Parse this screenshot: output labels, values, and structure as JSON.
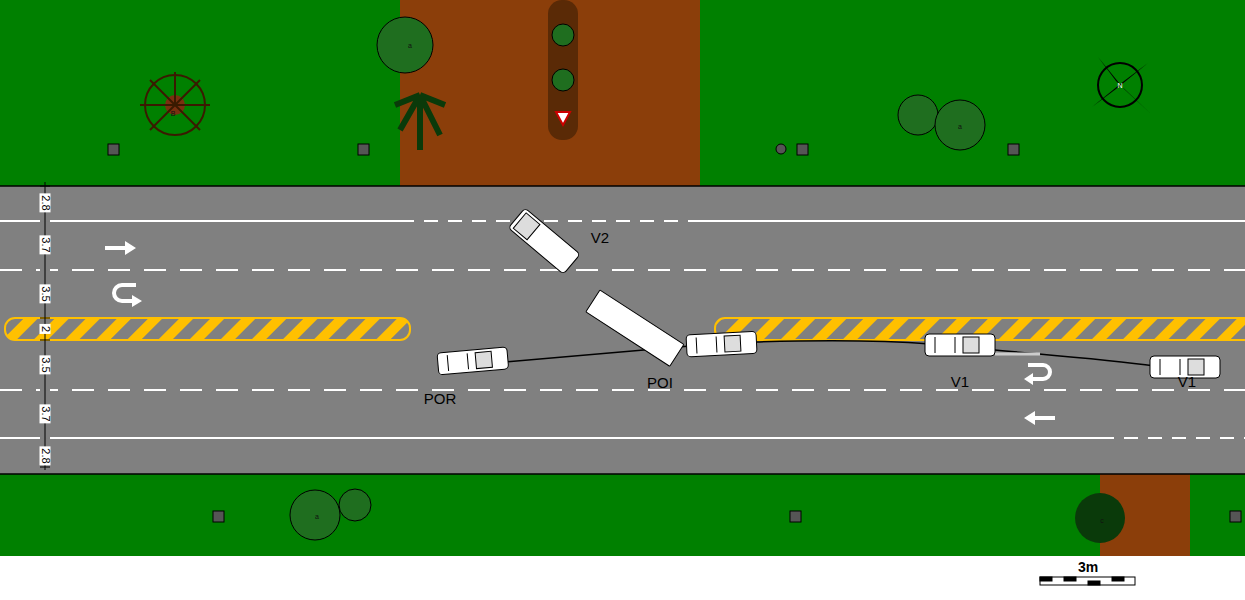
{
  "diagram": {
    "labels": [
      "2.8",
      "3.7",
      "3.5",
      "2",
      "3.5",
      "3.7",
      "2.8",
      "V2",
      "POR",
      "POI",
      "V1",
      "V1",
      "3m",
      "B",
      "a",
      "a",
      "a",
      "c",
      "N"
    ]
  }
}
